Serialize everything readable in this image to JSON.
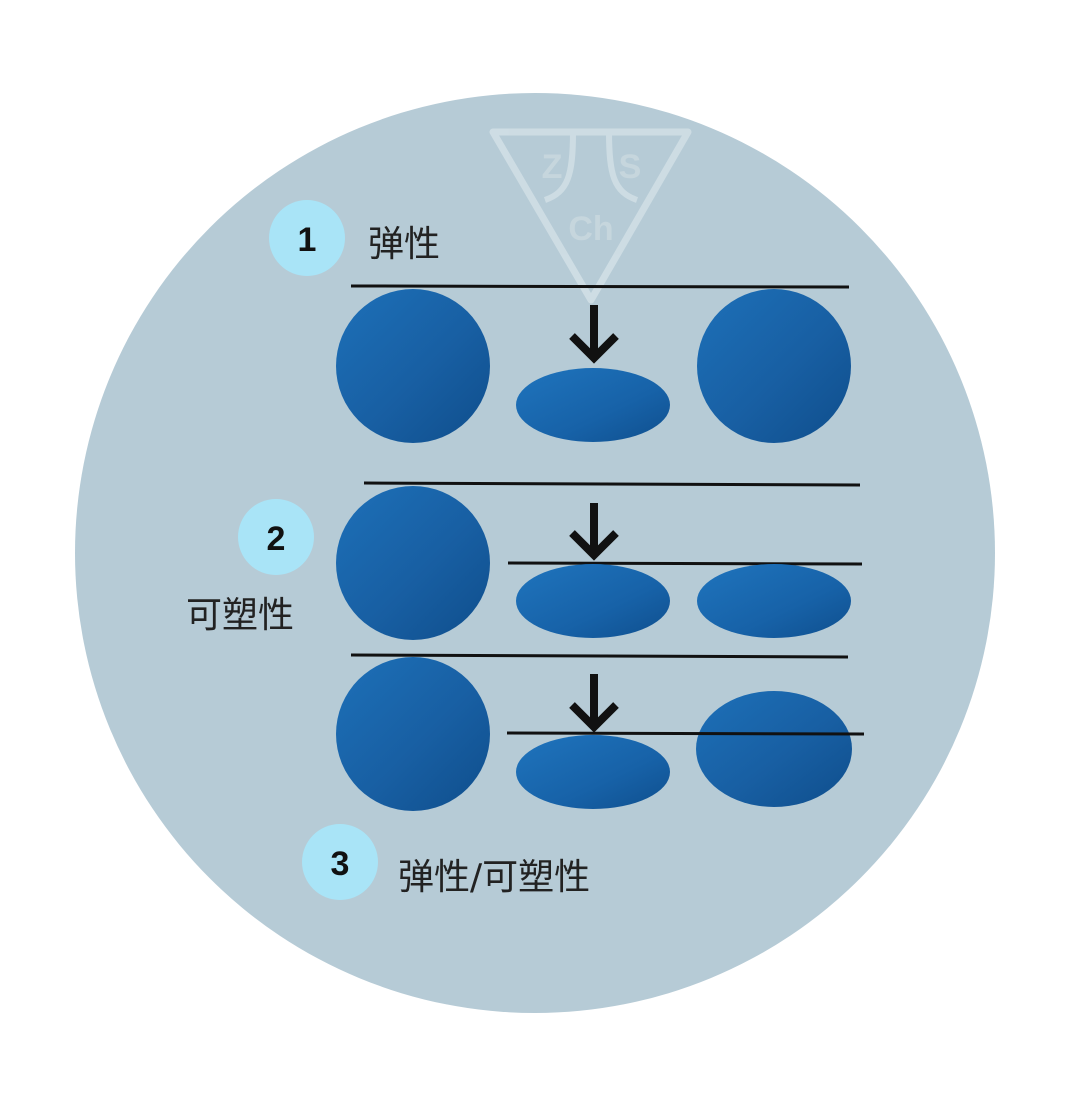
{
  "colors": {
    "background_circle": "#b6cbd6",
    "badge": "#a9e4f7",
    "particle": "#1f6fb5",
    "particle_dark": "#12508f",
    "plate_line": "#111111",
    "arrow": "#111111",
    "watermark": "#d2e0e6"
  },
  "watermark": {
    "letters": [
      "Z",
      "S",
      "Ch"
    ],
    "icon": "zsch-triangle-logo"
  },
  "sections": [
    {
      "number": "1",
      "label": "弹性"
    },
    {
      "number": "2",
      "label": "可塑性"
    },
    {
      "number": "3",
      "label": "弹性/可塑性"
    }
  ],
  "icons": [
    "down-arrow-icon",
    "down-arrow-icon",
    "down-arrow-icon"
  ]
}
